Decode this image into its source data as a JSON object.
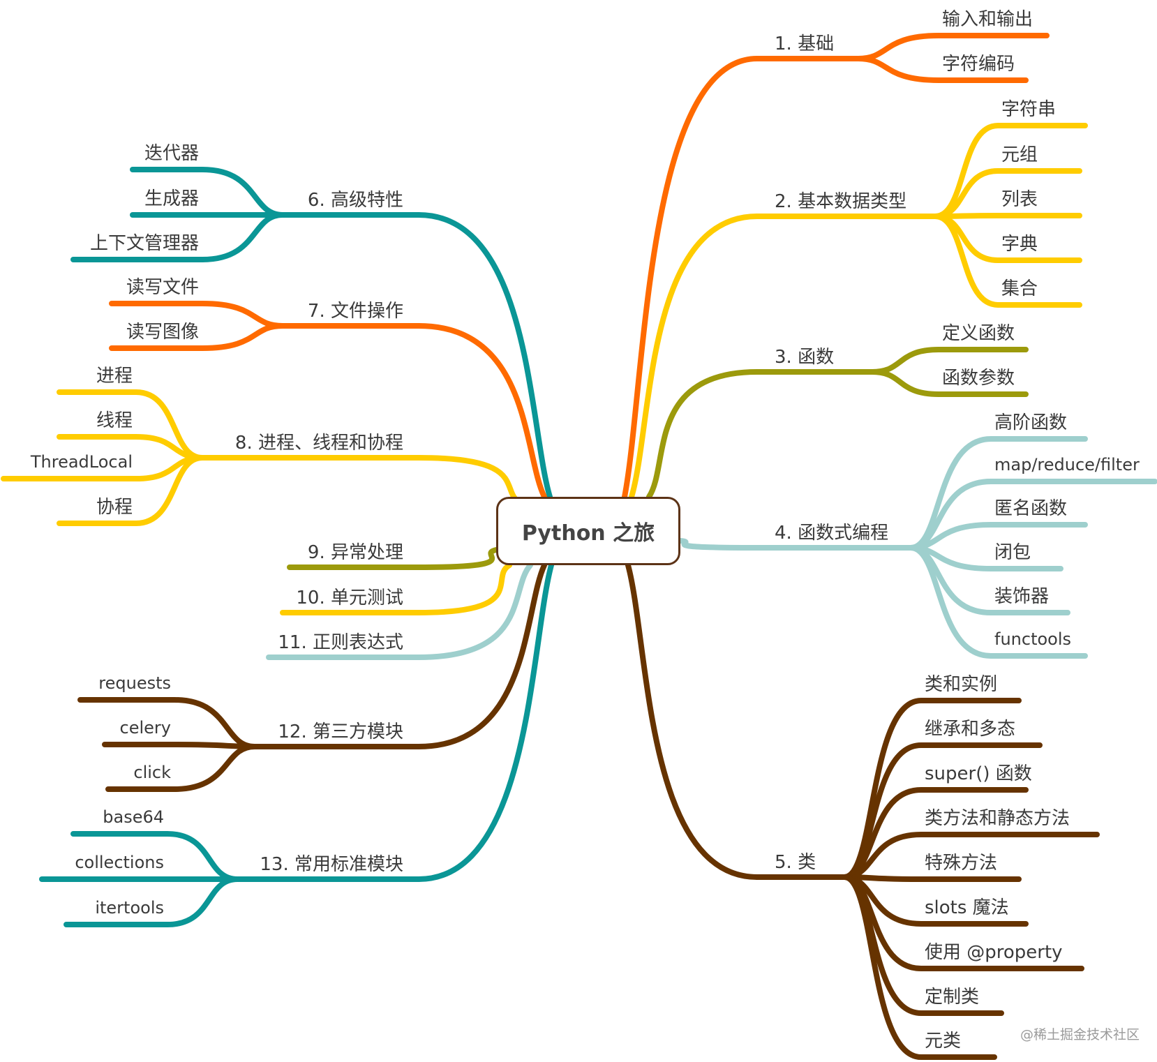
{
  "central": "Python 之旅",
  "colors": {
    "orange": "#ff6a00",
    "yellow": "#ffcc00",
    "olive": "#9c9a0c",
    "lightblue": "#9ecfcd",
    "brown": "#663300",
    "teal": "#0a9696"
  },
  "branches": [
    {
      "label": "1. 基础",
      "color": "orange",
      "children": [
        "输入和输出",
        "字符编码"
      ]
    },
    {
      "label": "2. 基本数据类型",
      "color": "yellow",
      "children": [
        "字符串",
        "元组",
        "列表",
        "字典",
        "集合"
      ]
    },
    {
      "label": "3. 函数",
      "color": "olive",
      "children": [
        "定义函数",
        "函数参数"
      ]
    },
    {
      "label": "4. 函数式编程",
      "color": "lightblue",
      "children": [
        "高阶函数",
        "map/reduce/filter",
        "匿名函数",
        "闭包",
        "装饰器",
        "functools"
      ]
    },
    {
      "label": "5. 类",
      "color": "brown",
      "children": [
        "类和实例",
        "继承和多态",
        "super() 函数",
        "类方法和静态方法",
        "特殊方法",
        "slots 魔法",
        "使用 @property",
        "定制类",
        "元类"
      ]
    },
    {
      "label": "6. 高级特性",
      "color": "teal",
      "children": [
        "迭代器",
        "生成器",
        "上下文管理器"
      ]
    },
    {
      "label": "7. 文件操作",
      "color": "orange",
      "children": [
        "读写文件",
        "读写图像"
      ]
    },
    {
      "label": "8. 进程、线程和协程",
      "color": "yellow",
      "children": [
        "进程",
        "线程",
        "ThreadLocal",
        "协程"
      ]
    },
    {
      "label": "9. 异常处理",
      "color": "olive",
      "children": []
    },
    {
      "label": "10. 单元测试",
      "color": "yellow",
      "children": []
    },
    {
      "label": "11. 正则表达式",
      "color": "lightblue",
      "children": []
    },
    {
      "label": "12. 第三方模块",
      "color": "brown",
      "children": [
        "requests",
        "celery",
        "click"
      ]
    },
    {
      "label": "13. 常用标准模块",
      "color": "teal",
      "children": [
        "base64",
        "collections",
        "itertools"
      ]
    }
  ],
  "watermark": "@稀土掘金技术社区"
}
